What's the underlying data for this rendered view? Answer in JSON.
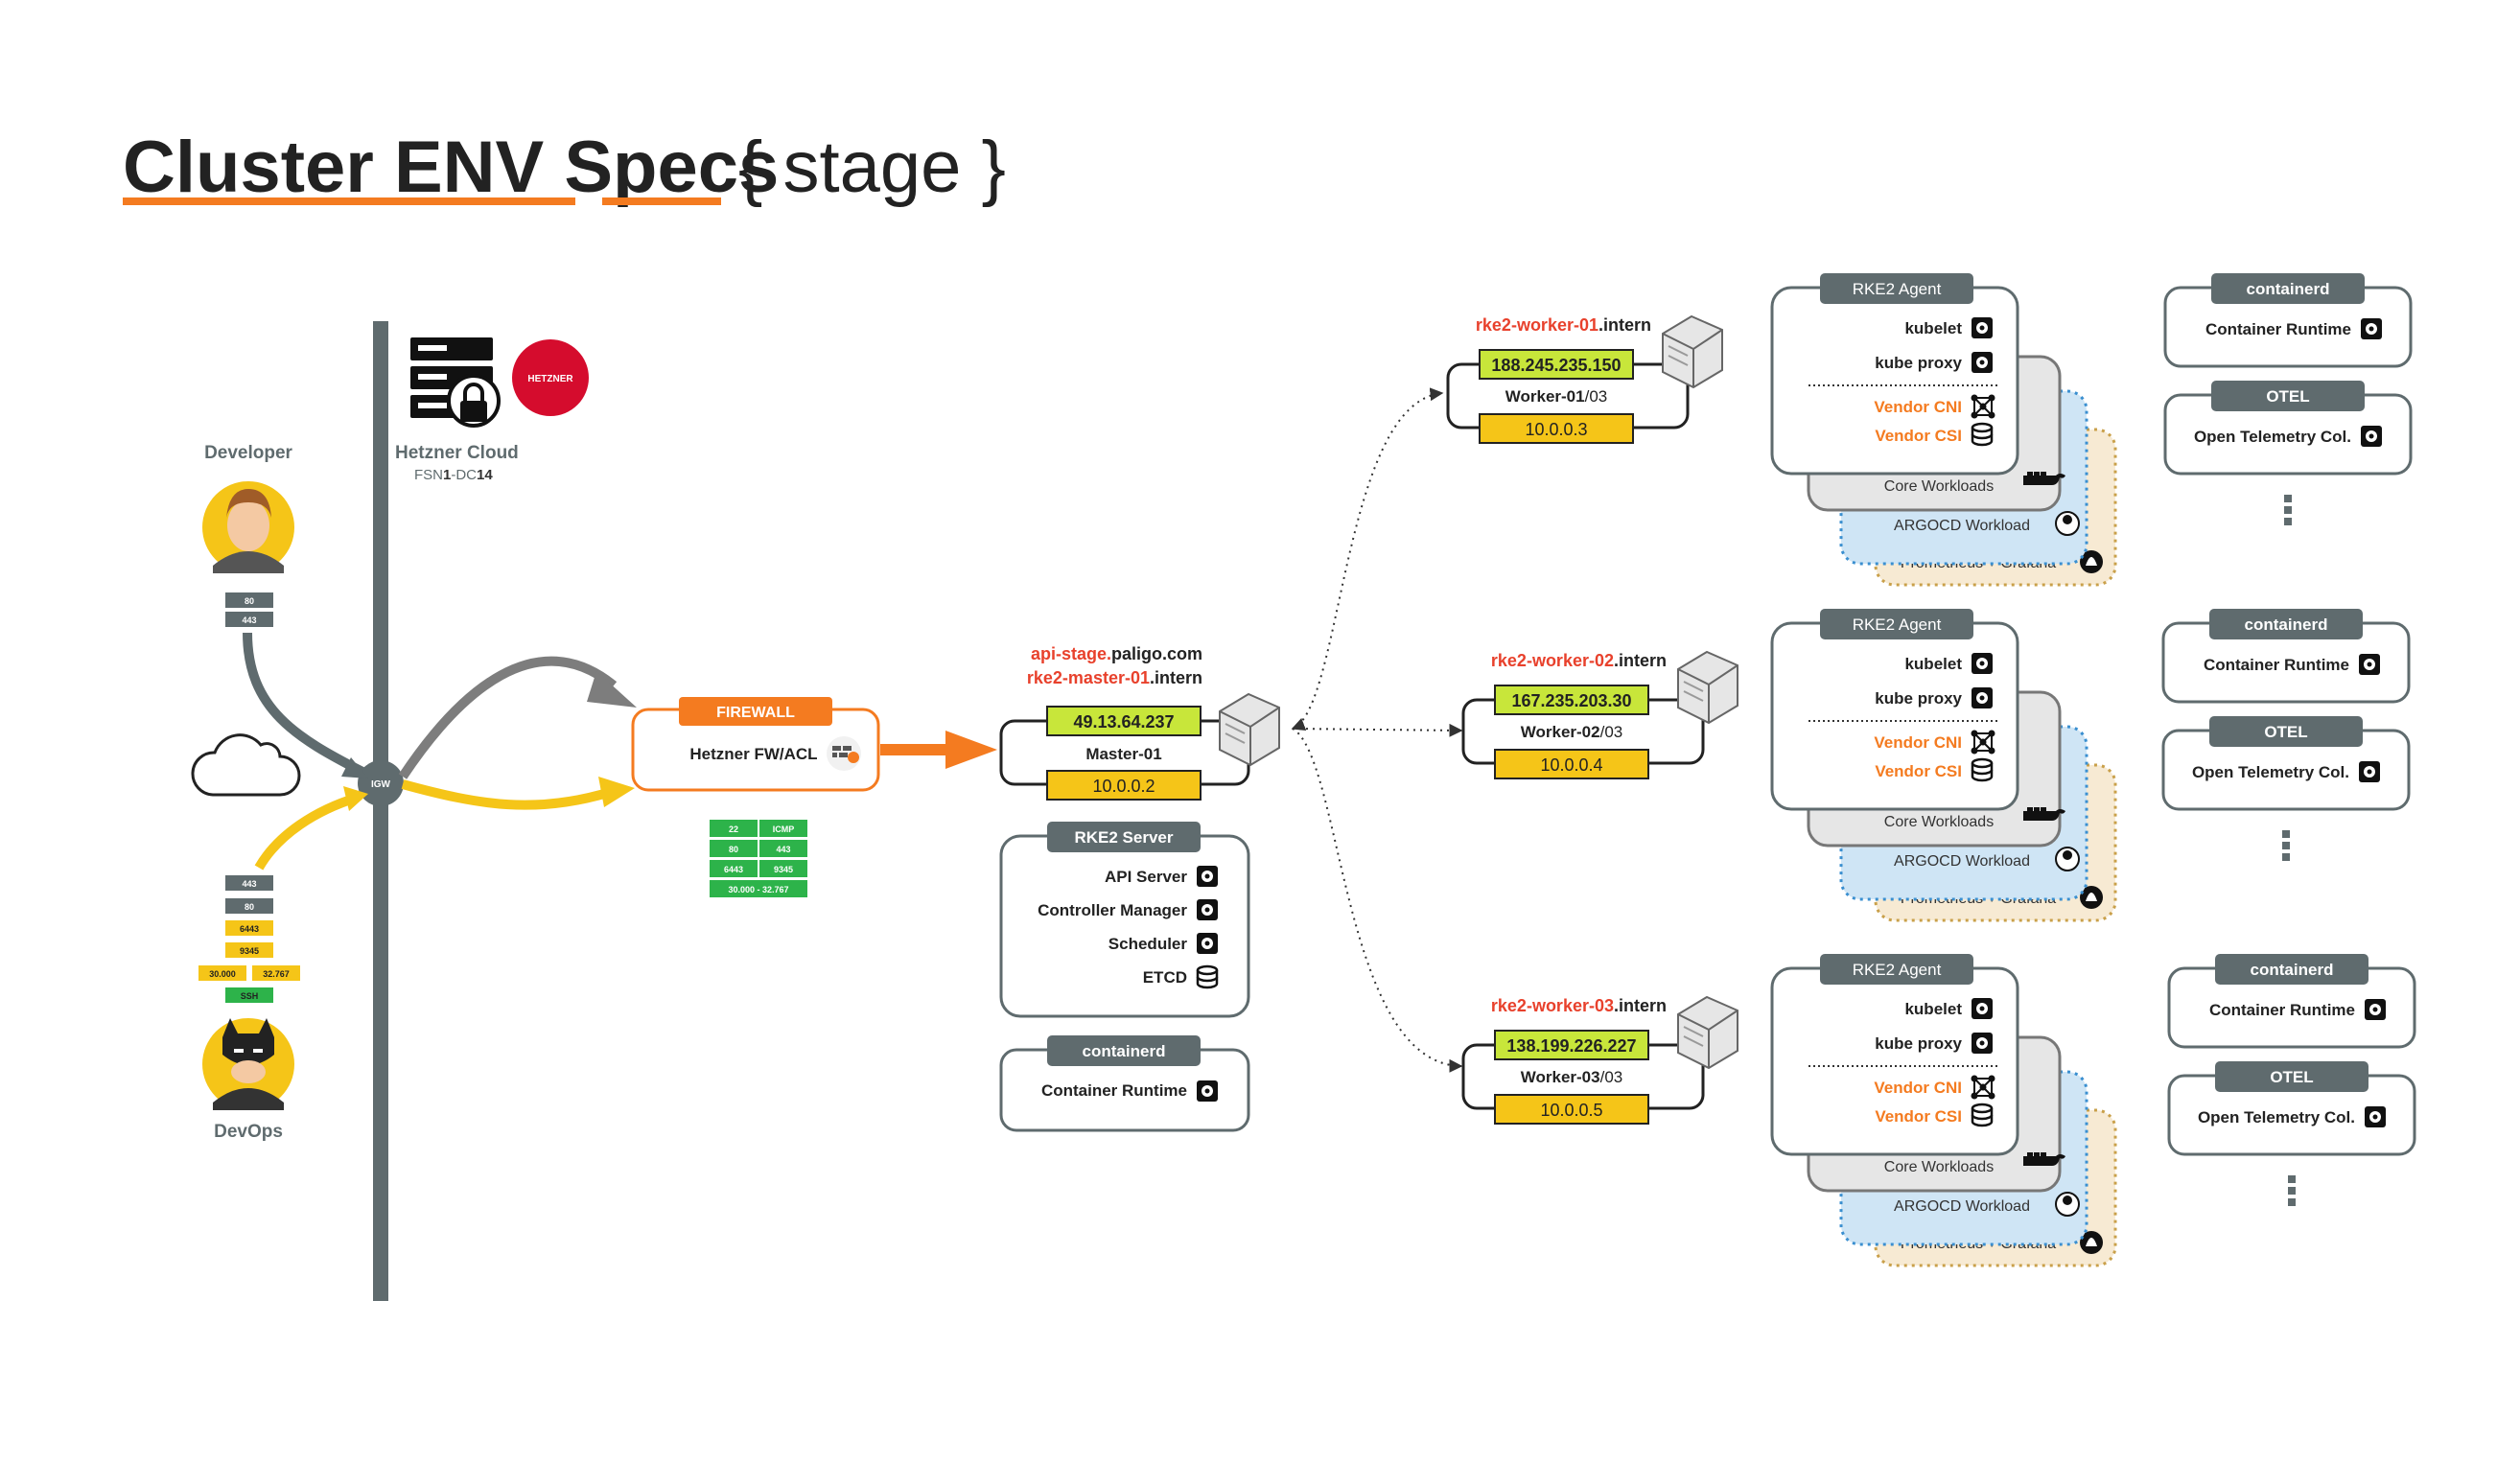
{
  "title": {
    "main": "Cluster ENV Specs",
    "sub": "{ stage }"
  },
  "colors": {
    "orange": "#f47b20",
    "slate": "#5f6b6e",
    "yellow": "#f5c518",
    "lime": "#c8e63a",
    "red": "#e8412c",
    "green": "#2db34a",
    "gray_arrow": "#7d7d7d",
    "hetzner_red": "#d50c2d"
  },
  "hetzner": {
    "name": "Hetzner Cloud",
    "dc_prefix": "FSN",
    "dc_num1": "1",
    "dc_mid": "-DC",
    "dc_num2": "14",
    "logo_text": "HETZNER"
  },
  "igw": "IGW",
  "developer": {
    "label": "Developer",
    "ports": [
      "80",
      "443"
    ]
  },
  "devops": {
    "label": "DevOps",
    "ports": [
      "443",
      "80",
      "6443",
      "9345"
    ],
    "range": [
      "30.000",
      "32.767"
    ],
    "ssh": "SSH"
  },
  "firewall": {
    "badge": "FIREWALL",
    "label": "Hetzner FW/ACL",
    "table": [
      [
        "22",
        "ICMP"
      ],
      [
        "80",
        "443"
      ],
      [
        "6443",
        "9345"
      ],
      [
        "30.000 - 32.767"
      ]
    ]
  },
  "master": {
    "dns_red": "api-stage.",
    "dns_black": "paligo.com",
    "host_red": "rke2-master-01",
    "host_black": ".intern",
    "public_ip": "49.13.64.237",
    "name": "Master-01",
    "private_ip": "10.0.0.2"
  },
  "rke2_server": {
    "header": "RKE2 Server",
    "items": [
      "API Server",
      "Controller Manager",
      "Scheduler",
      "ETCD"
    ]
  },
  "master_containerd": {
    "header": "containerd",
    "item": "Container Runtime"
  },
  "workers": [
    {
      "host_red": "rke2-worker-01",
      "host_black": ".intern",
      "public_ip": "188.245.235.150",
      "name": "Worker-01",
      "count": "/03",
      "private_ip": "10.0.0.3"
    },
    {
      "host_red": "rke2-worker-02",
      "host_black": ".intern",
      "public_ip": "167.235.203.30",
      "name": "Worker-02",
      "count": "/03",
      "private_ip": "10.0.0.4"
    },
    {
      "host_red": "rke2-worker-03",
      "host_black": ".intern",
      "public_ip": "138.199.226.227",
      "name": "Worker-03",
      "count": "/03",
      "private_ip": "10.0.0.5"
    }
  ],
  "agent": {
    "header": "RKE2 Agent",
    "items": [
      "kubelet",
      "kube proxy"
    ],
    "vendor_items": [
      "Vendor CNI",
      "Vendor CSI"
    ],
    "stack": [
      "Core Workloads",
      "ARGOCD Workload",
      "Prometheus + Grafana"
    ]
  },
  "side": {
    "containerd": {
      "header": "containerd",
      "item": "Container Runtime"
    },
    "otel": {
      "header": "OTEL",
      "item": "Open Telemetry Col."
    }
  }
}
